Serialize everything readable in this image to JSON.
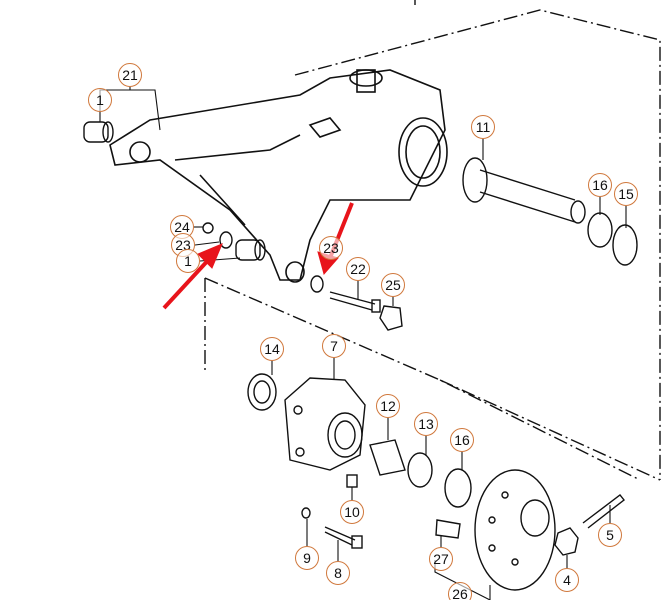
{
  "diagram": {
    "callouts": [
      {
        "id": "c21",
        "label": "21"
      },
      {
        "id": "c1a",
        "label": "1"
      },
      {
        "id": "c11",
        "label": "11"
      },
      {
        "id": "c16a",
        "label": "16"
      },
      {
        "id": "c15",
        "label": "15"
      },
      {
        "id": "c24",
        "label": "24"
      },
      {
        "id": "c23a",
        "label": "23"
      },
      {
        "id": "c1b",
        "label": "1"
      },
      {
        "id": "c23b",
        "label": "23"
      },
      {
        "id": "c22",
        "label": "22"
      },
      {
        "id": "c25",
        "label": "25"
      },
      {
        "id": "c14",
        "label": "14"
      },
      {
        "id": "c7",
        "label": "7"
      },
      {
        "id": "c12",
        "label": "12"
      },
      {
        "id": "c13",
        "label": "13"
      },
      {
        "id": "c16b",
        "label": "16"
      },
      {
        "id": "c10",
        "label": "10"
      },
      {
        "id": "c9",
        "label": "9"
      },
      {
        "id": "c8",
        "label": "8"
      },
      {
        "id": "c27",
        "label": "27"
      },
      {
        "id": "c26",
        "label": "26"
      },
      {
        "id": "c4",
        "label": "4"
      },
      {
        "id": "c5",
        "label": "5"
      }
    ],
    "colors": {
      "callout_ring": "#d0783c",
      "arrow": "#e8141b",
      "line": "#111111"
    }
  }
}
